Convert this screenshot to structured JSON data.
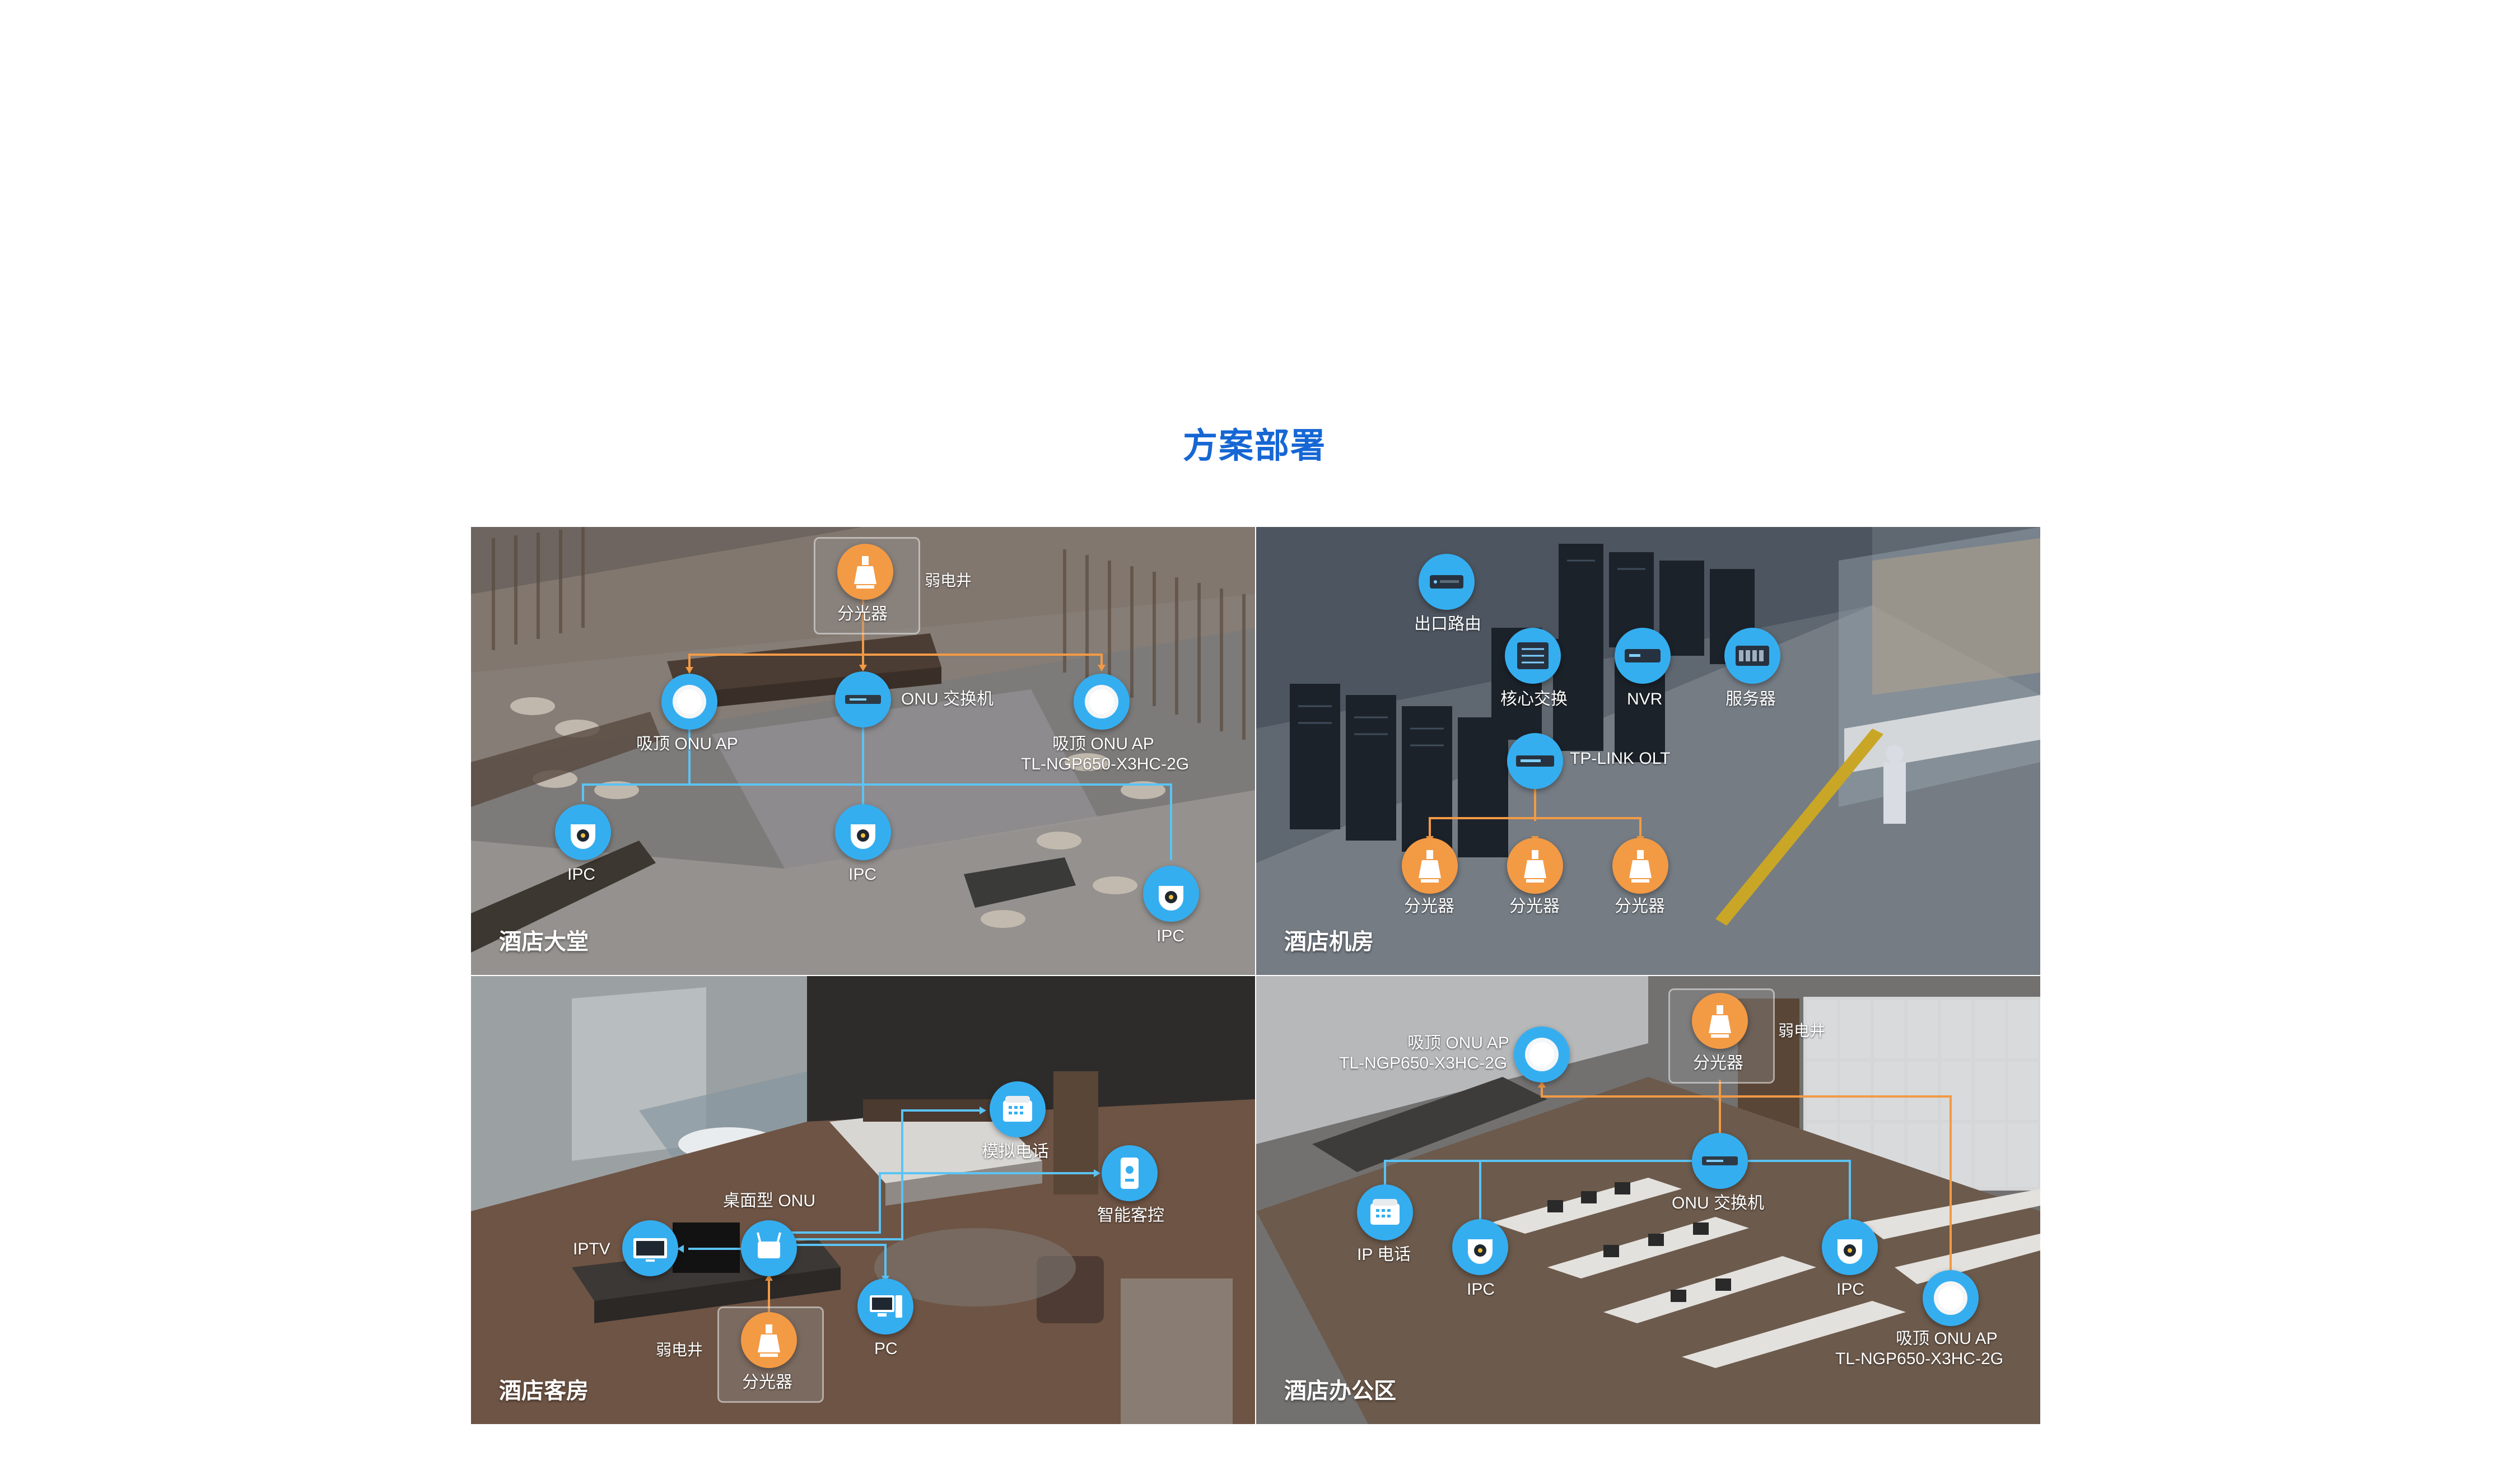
{
  "title": "方案部署",
  "colors": {
    "title": "#1667d4",
    "blue_line": "#5bc3f5",
    "orange_line": "#f39a45",
    "node_blue": "#35aef0",
    "node_orange": "#f39a45"
  },
  "panels": {
    "lobby": {
      "title": "酒店大堂",
      "weak_shaft": "弱电井",
      "splitter": "分光器",
      "onu_switch": "ONU 交换机",
      "ap_left": "吸顶 ONU AP",
      "ap_right_line1": "吸顶 ONU AP",
      "ap_right_line2": "TL-NGP650-X3HC-2G",
      "ipc_1": "IPC",
      "ipc_2": "IPC",
      "ipc_3": "IPC"
    },
    "machine_room": {
      "title": "酒店机房",
      "router": "出口路由",
      "core_switch": "核心交换",
      "nvr": "NVR",
      "server": "服务器",
      "olt": "TP-LINK OLT",
      "splitter_1": "分光器",
      "splitter_2": "分光器",
      "splitter_3": "分光器"
    },
    "guest_room": {
      "title": "酒店客房",
      "phone": "模拟电话",
      "smart_control": "智能客控",
      "desktop_onu": "桌面型 ONU",
      "iptv": "IPTV",
      "pc": "PC",
      "weak_shaft": "弱电井",
      "splitter": "分光器"
    },
    "office": {
      "title": "酒店办公区",
      "ap_top_line1": "吸顶 ONU AP",
      "ap_top_line2": "TL-NGP650-X3HC-2G",
      "splitter": "分光器",
      "weak_shaft": "弱电井",
      "onu_switch": "ONU 交换机",
      "ip_phone": "IP 电话",
      "ipc_left": "IPC",
      "ipc_right": "IPC",
      "ap_bottom_line1": "吸顶 ONU AP",
      "ap_bottom_line2": "TL-NGP650-X3HC-2G"
    }
  }
}
